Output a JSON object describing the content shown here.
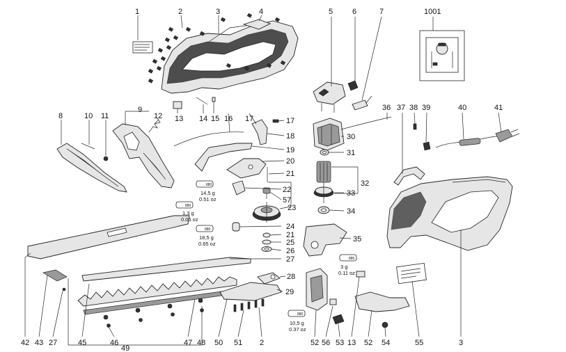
{
  "labels": [
    {
      "id": "p1",
      "text": "1"
    },
    {
      "id": "p2a",
      "text": "2"
    },
    {
      "id": "p3a",
      "text": "3"
    },
    {
      "id": "p4",
      "text": "4"
    },
    {
      "id": "p5",
      "text": "5"
    },
    {
      "id": "p6",
      "text": "6"
    },
    {
      "id": "p7",
      "text": "7"
    },
    {
      "id": "p1001",
      "text": "1001"
    },
    {
      "id": "p8",
      "text": "8"
    },
    {
      "id": "p9",
      "text": "9"
    },
    {
      "id": "p10",
      "text": "10"
    },
    {
      "id": "p11",
      "text": "11"
    },
    {
      "id": "p12",
      "text": "12"
    },
    {
      "id": "p13a",
      "text": "13"
    },
    {
      "id": "p14",
      "text": "14"
    },
    {
      "id": "p15",
      "text": "15"
    },
    {
      "id": "p16",
      "text": "16"
    },
    {
      "id": "p17a",
      "text": "17"
    },
    {
      "id": "p17b",
      "text": "17"
    },
    {
      "id": "p18",
      "text": "18"
    },
    {
      "id": "p19",
      "text": "19"
    },
    {
      "id": "p20",
      "text": "20"
    },
    {
      "id": "p21a",
      "text": "21"
    },
    {
      "id": "p22",
      "text": "22"
    },
    {
      "id": "p57",
      "text": "57"
    },
    {
      "id": "p23",
      "text": "23"
    },
    {
      "id": "p24",
      "text": "24"
    },
    {
      "id": "p21b",
      "text": "21"
    },
    {
      "id": "p25",
      "text": "25"
    },
    {
      "id": "p26",
      "text": "26"
    },
    {
      "id": "p27a",
      "text": "27"
    },
    {
      "id": "p28",
      "text": "28"
    },
    {
      "id": "p29",
      "text": "29"
    },
    {
      "id": "p30",
      "text": "30"
    },
    {
      "id": "p31",
      "text": "31"
    },
    {
      "id": "p32",
      "text": "32"
    },
    {
      "id": "p33",
      "text": "33"
    },
    {
      "id": "p34",
      "text": "34"
    },
    {
      "id": "p35",
      "text": "35"
    },
    {
      "id": "p36",
      "text": "36"
    },
    {
      "id": "p37",
      "text": "37"
    },
    {
      "id": "p38",
      "text": "38"
    },
    {
      "id": "p39",
      "text": "39"
    },
    {
      "id": "p40",
      "text": "40"
    },
    {
      "id": "p41",
      "text": "41"
    },
    {
      "id": "p3b",
      "text": "3"
    },
    {
      "id": "b42",
      "text": "42"
    },
    {
      "id": "b43",
      "text": "43"
    },
    {
      "id": "b27",
      "text": "27"
    },
    {
      "id": "b45",
      "text": "45"
    },
    {
      "id": "b46",
      "text": "46"
    },
    {
      "id": "b49",
      "text": "49"
    },
    {
      "id": "b47",
      "text": "47"
    },
    {
      "id": "b48",
      "text": "48"
    },
    {
      "id": "b50",
      "text": "50"
    },
    {
      "id": "b51",
      "text": "51"
    },
    {
      "id": "b2",
      "text": "2"
    },
    {
      "id": "b52a",
      "text": "52"
    },
    {
      "id": "b56",
      "text": "56"
    },
    {
      "id": "b53",
      "text": "53"
    },
    {
      "id": "b13",
      "text": "13"
    },
    {
      "id": "b52b",
      "text": "52"
    },
    {
      "id": "b54",
      "text": "54"
    },
    {
      "id": "b55",
      "text": "55"
    }
  ],
  "grease_notes": [
    {
      "id": "g1",
      "line1": "14,5 g",
      "line2": "0.51 oz"
    },
    {
      "id": "g2",
      "line1": "1,3 g",
      "line2": "0.05 oz"
    },
    {
      "id": "g3",
      "line1": "18,5 g",
      "line2": "0.65 oz"
    },
    {
      "id": "g4",
      "line1": "3 g",
      "line2": "0.11 oz"
    },
    {
      "id": "g5",
      "line1": "10,5 g",
      "line2": "0.37 oz"
    }
  ],
  "grease_tube_code": "880"
}
